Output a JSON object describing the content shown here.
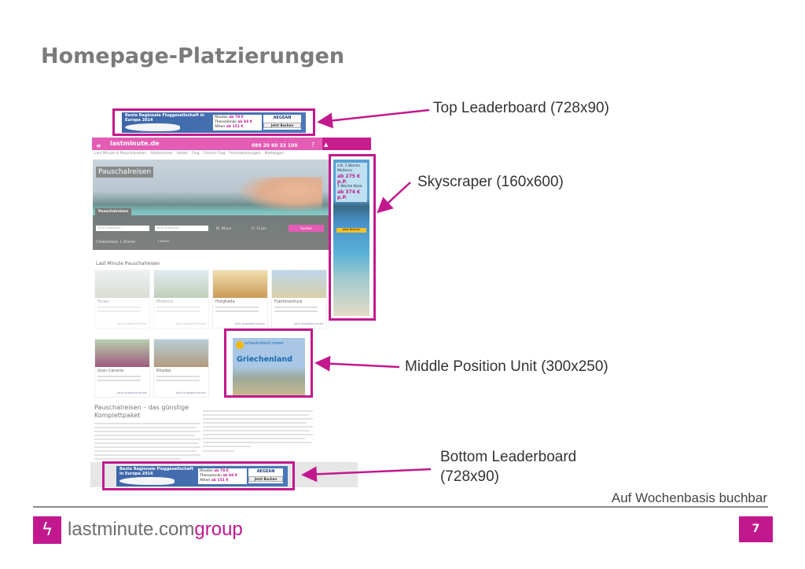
{
  "slide": {
    "title": "Homepage-Platzierungen",
    "note": "Auf Wochenbasis buchbar",
    "page_number": "7"
  },
  "brand": {
    "name": "lastminute.com",
    "suffix": "group",
    "accent": "#c2188e"
  },
  "labels": {
    "top_leaderboard": "Top Leaderboard (728x90)",
    "skyscraper": "Skyscraper (160x600)",
    "mpu": "Middle Position Unit (300x250)",
    "bottom_leaderboard_1": "Bottom Leaderboard",
    "bottom_leaderboard_2": "(728x90)"
  },
  "banner": {
    "headline": "Beste Regionale Fluggesellschaft in Europa 2014",
    "routes": [
      {
        "city": "Rhodos",
        "price": "ab 78 €"
      },
      {
        "city": "Thessaloniki",
        "price": "ab 94 €"
      },
      {
        "city": "Athen",
        "price": "ab 151 €"
      }
    ],
    "airline": "AEGEAN",
    "cta": "Jetzt Buchen"
  },
  "site": {
    "logo": "lastminute.de",
    "phone": "089 20 60 33 100",
    "nav": [
      "Last Minute & Pauschalreisen",
      "Städtereisen",
      "Hotels",
      "Flug",
      "Charter Flug",
      "Ferienwohnungen",
      "Mietwagen"
    ],
    "hero_title": "Pauschalreisen",
    "search_tab": "Pauschalreisen",
    "search_placeholder": "Bitte auswählen ...",
    "date_from": "Di, 08 Jun",
    "date_to": "Fr, 11 Jun",
    "guests": "2 Erwachsene, 1 Zimmer",
    "duration": "1 Woche",
    "search_button": "Suchen",
    "section_title": "Last Minute Pauschalreisen",
    "cards": [
      {
        "title": "Türkei",
        "faded": true
      },
      {
        "title": "Mallorca",
        "faded": true
      },
      {
        "title": "Hurghada",
        "faded": false
      },
      {
        "title": "Fuerteventura",
        "faded": false
      },
      {
        "title": "Gran Canaria",
        "faded": false
      },
      {
        "title": "Rhodos",
        "faded": false
      }
    ],
    "card_link": "Jetzt Angebote finden",
    "text_heading": "Pauschalreisen – das günstige Komplettpaket"
  },
  "skyscraper": {
    "line1": "z.B. 1 Woche Mallorca",
    "price1": "ab 275 € p.P.",
    "line2": "1 Woche Ibiza",
    "price2": "ab 374 € p.P.",
    "cta": "Jetzt Buchen"
  },
  "mpu": {
    "brand": "schauinsland reisen",
    "headline": "Griechenland"
  }
}
